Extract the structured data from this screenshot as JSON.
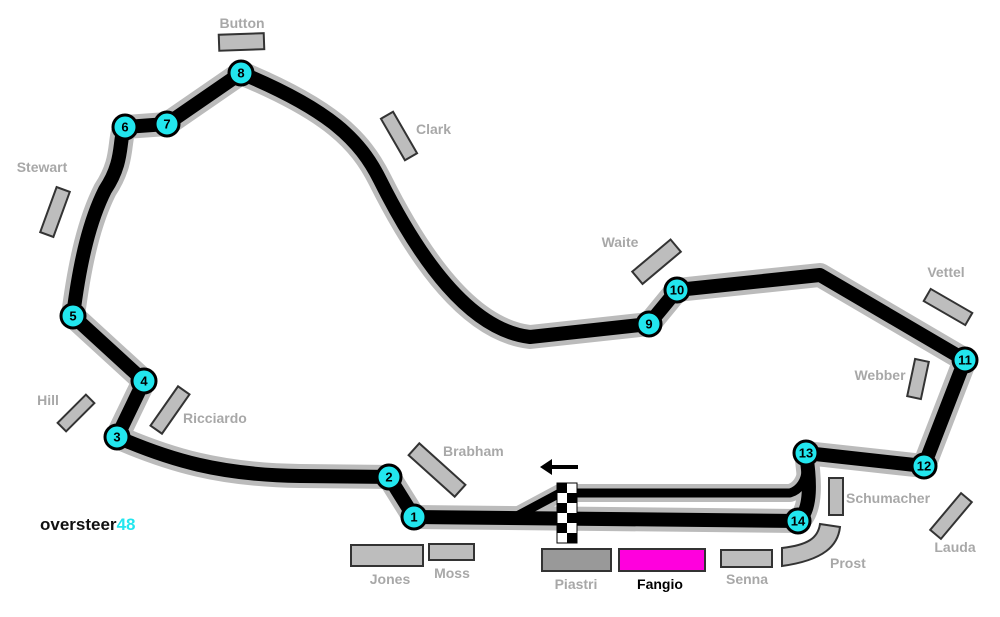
{
  "logo": {
    "text": "oversteer",
    "number": "48",
    "accent_color": "#22e6ee"
  },
  "turns": [
    "1",
    "2",
    "3",
    "4",
    "5",
    "6",
    "7",
    "8",
    "9",
    "10",
    "11",
    "12",
    "13",
    "14"
  ],
  "grandstands": {
    "button": "Button",
    "clark": "Clark",
    "stewart": "Stewart",
    "waite": "Waite",
    "vettel": "Vettel",
    "webber": "Webber",
    "hill": "Hill",
    "ricciardo": "Ricciardo",
    "brabham": "Brabham",
    "schumacher": "Schumacher",
    "lauda": "Lauda",
    "prost": "Prost",
    "jones": "Jones",
    "moss": "Moss",
    "piastri": "Piastri",
    "fangio": "Fangio",
    "senna": "Senna"
  },
  "highlighted_grandstand": {
    "name": "Fangio",
    "color": "#ff00dd"
  },
  "colors": {
    "track": "#000000",
    "runoff": "#bbbbbb",
    "turn_marker": "#22e6ee"
  }
}
